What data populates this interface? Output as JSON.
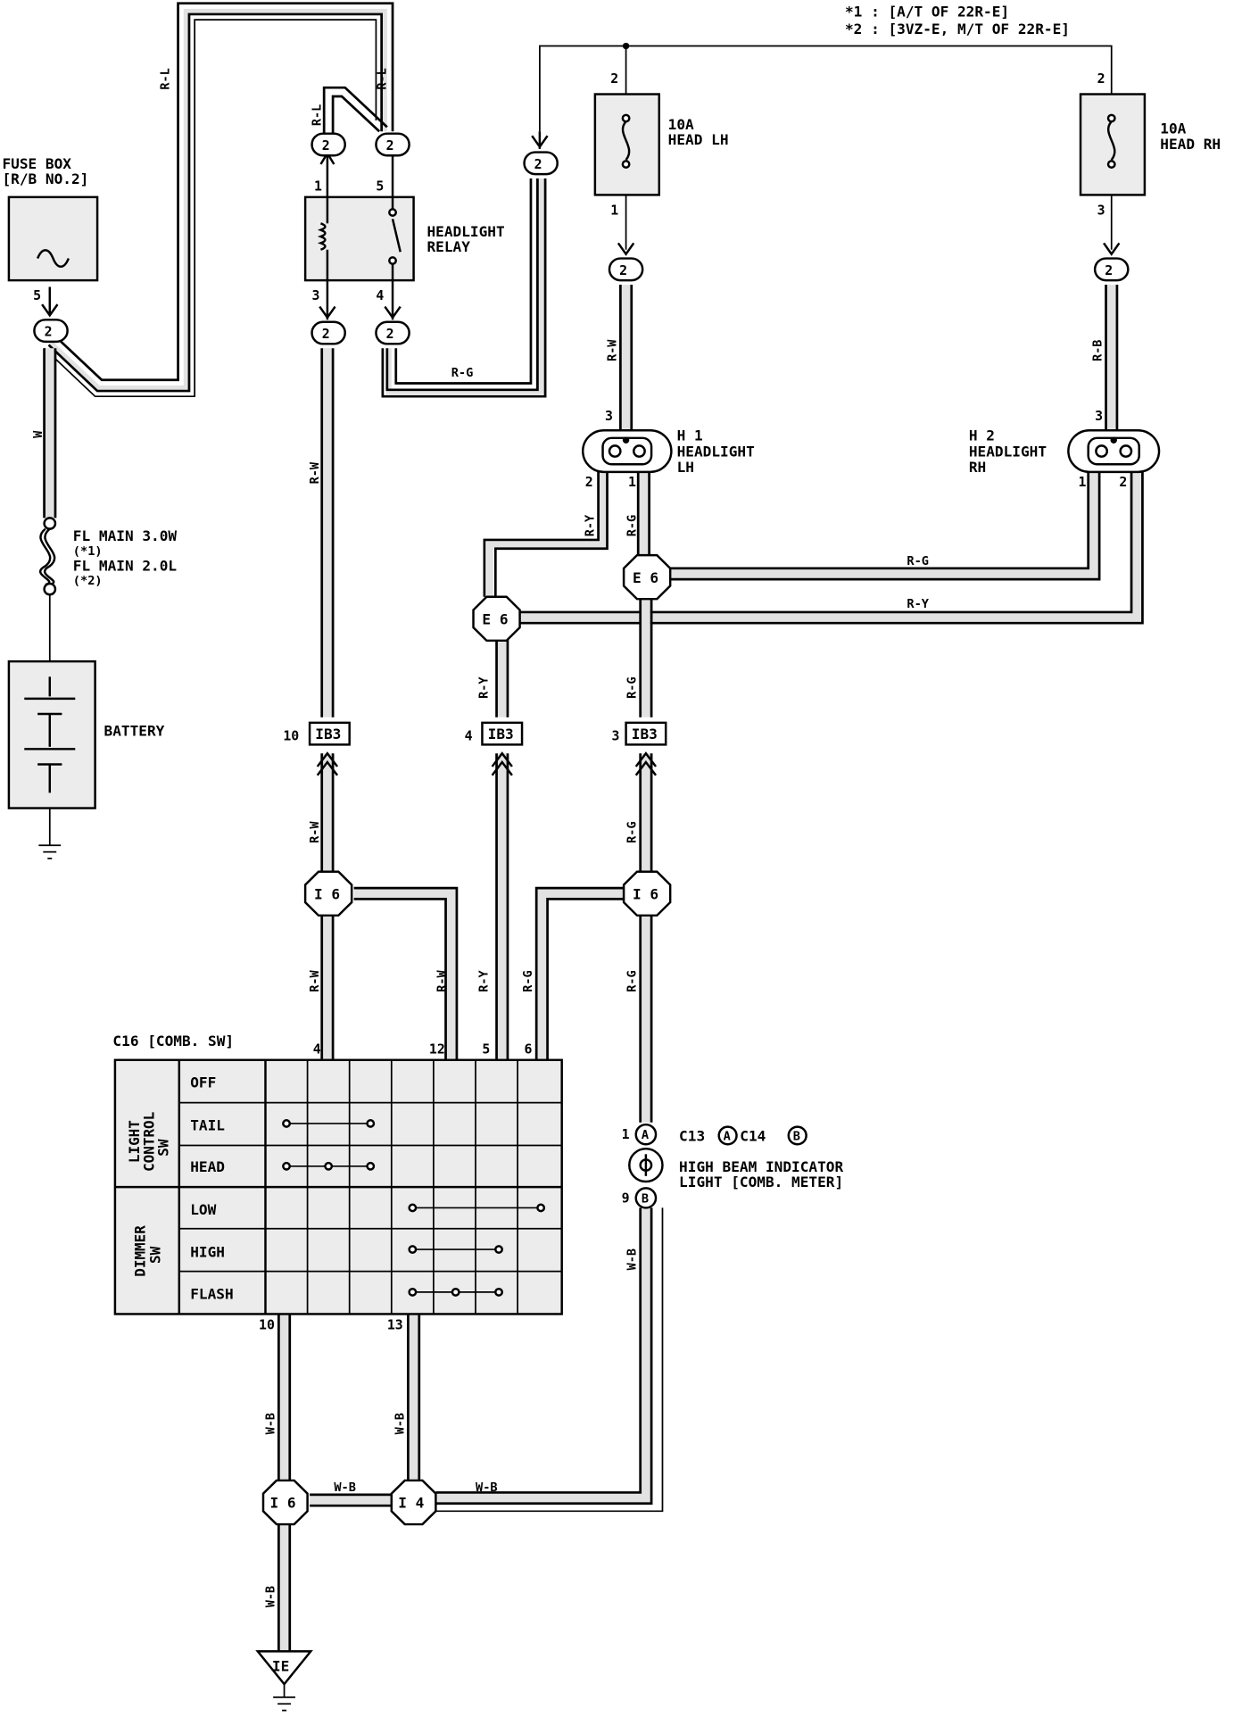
{
  "notes": {
    "note1": "*1 : [A/T OF 22R-E]",
    "note2": "*2 : [3VZ-E, M/T OF 22R-E]"
  },
  "components": {
    "fuse_box": [
      "FUSE BOX",
      "[R/B NO.2]"
    ],
    "headlight_relay": [
      "HEADLIGHT",
      "RELAY"
    ],
    "fuse_head_lh": [
      "10A",
      "HEAD LH"
    ],
    "fuse_head_rh": [
      "10A",
      "HEAD RH"
    ],
    "headlight_lh": [
      "H 1",
      "HEADLIGHT",
      "LH"
    ],
    "headlight_rh": [
      "H 2",
      "HEADLIGHT",
      "RH"
    ],
    "fl_main": [
      "FL MAIN 3.0W",
      "(*1)",
      "FL MAIN 2.0L",
      "(*2)"
    ],
    "battery": "BATTERY",
    "comb_switch": "C16 [COMB. SW]",
    "meter_connectors": "C13",
    "meter_connectors_b": "C14",
    "indicator": [
      "HIGH BEAM INDICATOR",
      "LIGHT [COMB. METER]"
    ],
    "ground": "IE"
  },
  "switch_table": {
    "light_control_label": [
      "LIGHT",
      "CONTROL",
      "SW"
    ],
    "dimmer_label": [
      "DIMMER",
      "SW"
    ],
    "rows": [
      "OFF",
      "TAIL",
      "HEAD",
      "LOW",
      "HIGH",
      "FLASH"
    ],
    "top_pins": [
      "4",
      "12",
      "5",
      "6"
    ],
    "bottom_pins": [
      "10",
      "13"
    ]
  },
  "connectors": {
    "two": "2",
    "ib3": "IB3",
    "e6": "E 6",
    "i6": "I 6",
    "i4": "I 4",
    "a": "A",
    "b": "B"
  },
  "wire_colors": {
    "r_l": "R-L",
    "r_w": "R-W",
    "r_g": "R-G",
    "r_y": "R-Y",
    "r_b": "R-B",
    "w": "W",
    "w_b": "W-B"
  },
  "pins": {
    "p1": "1",
    "p2": "2",
    "p3": "3",
    "p4": "4",
    "p5": "5",
    "p9": "9",
    "p10": "10"
  }
}
